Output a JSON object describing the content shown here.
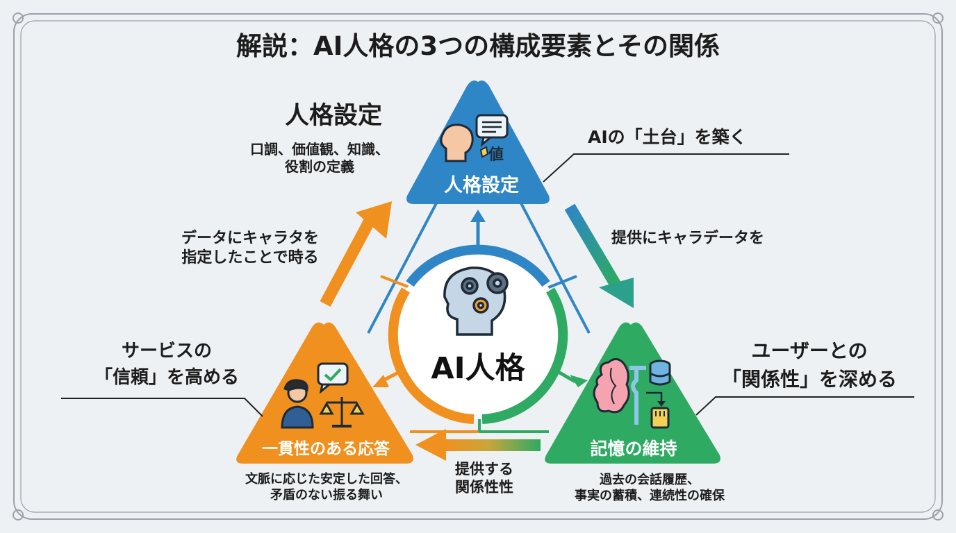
{
  "title": "解説：AI人格の3つの構成要素とその関係",
  "core": {
    "label": "AI人格"
  },
  "nodes": {
    "persona": {
      "label": "人格設定",
      "heading": "人格設定",
      "description_lines": [
        "口調、価値観、知識、",
        "役割の定義"
      ],
      "icon_text": "値"
    },
    "consistency": {
      "label": "一貫性のある応答",
      "description_lines": [
        "文脈に応じた安定した回答、",
        "矛盾のない振る舞い"
      ]
    },
    "memory": {
      "label": "記憶の維持",
      "description_lines": [
        "過去の会話履歴、",
        "事実の蓄積、連続性の確保"
      ]
    }
  },
  "edges": {
    "left_up": [
      "データにキャラタを",
      "指定したことで時る"
    ],
    "right_down": [
      "提供にキャラデータを"
    ],
    "bottom": [
      "提供する",
      "関係性性"
    ]
  },
  "callouts": {
    "top_right": "AIの「土台」を築く",
    "left": [
      "サービスの",
      "「信頼」を高める"
    ],
    "right": [
      "ユーザーとの",
      "「関係性」を深める"
    ]
  },
  "colors": {
    "blue": "#2f86c6",
    "orange": "#f0901e",
    "green": "#2eaa62",
    "background": "#eef1f4",
    "frame": "#9aa1a8"
  }
}
